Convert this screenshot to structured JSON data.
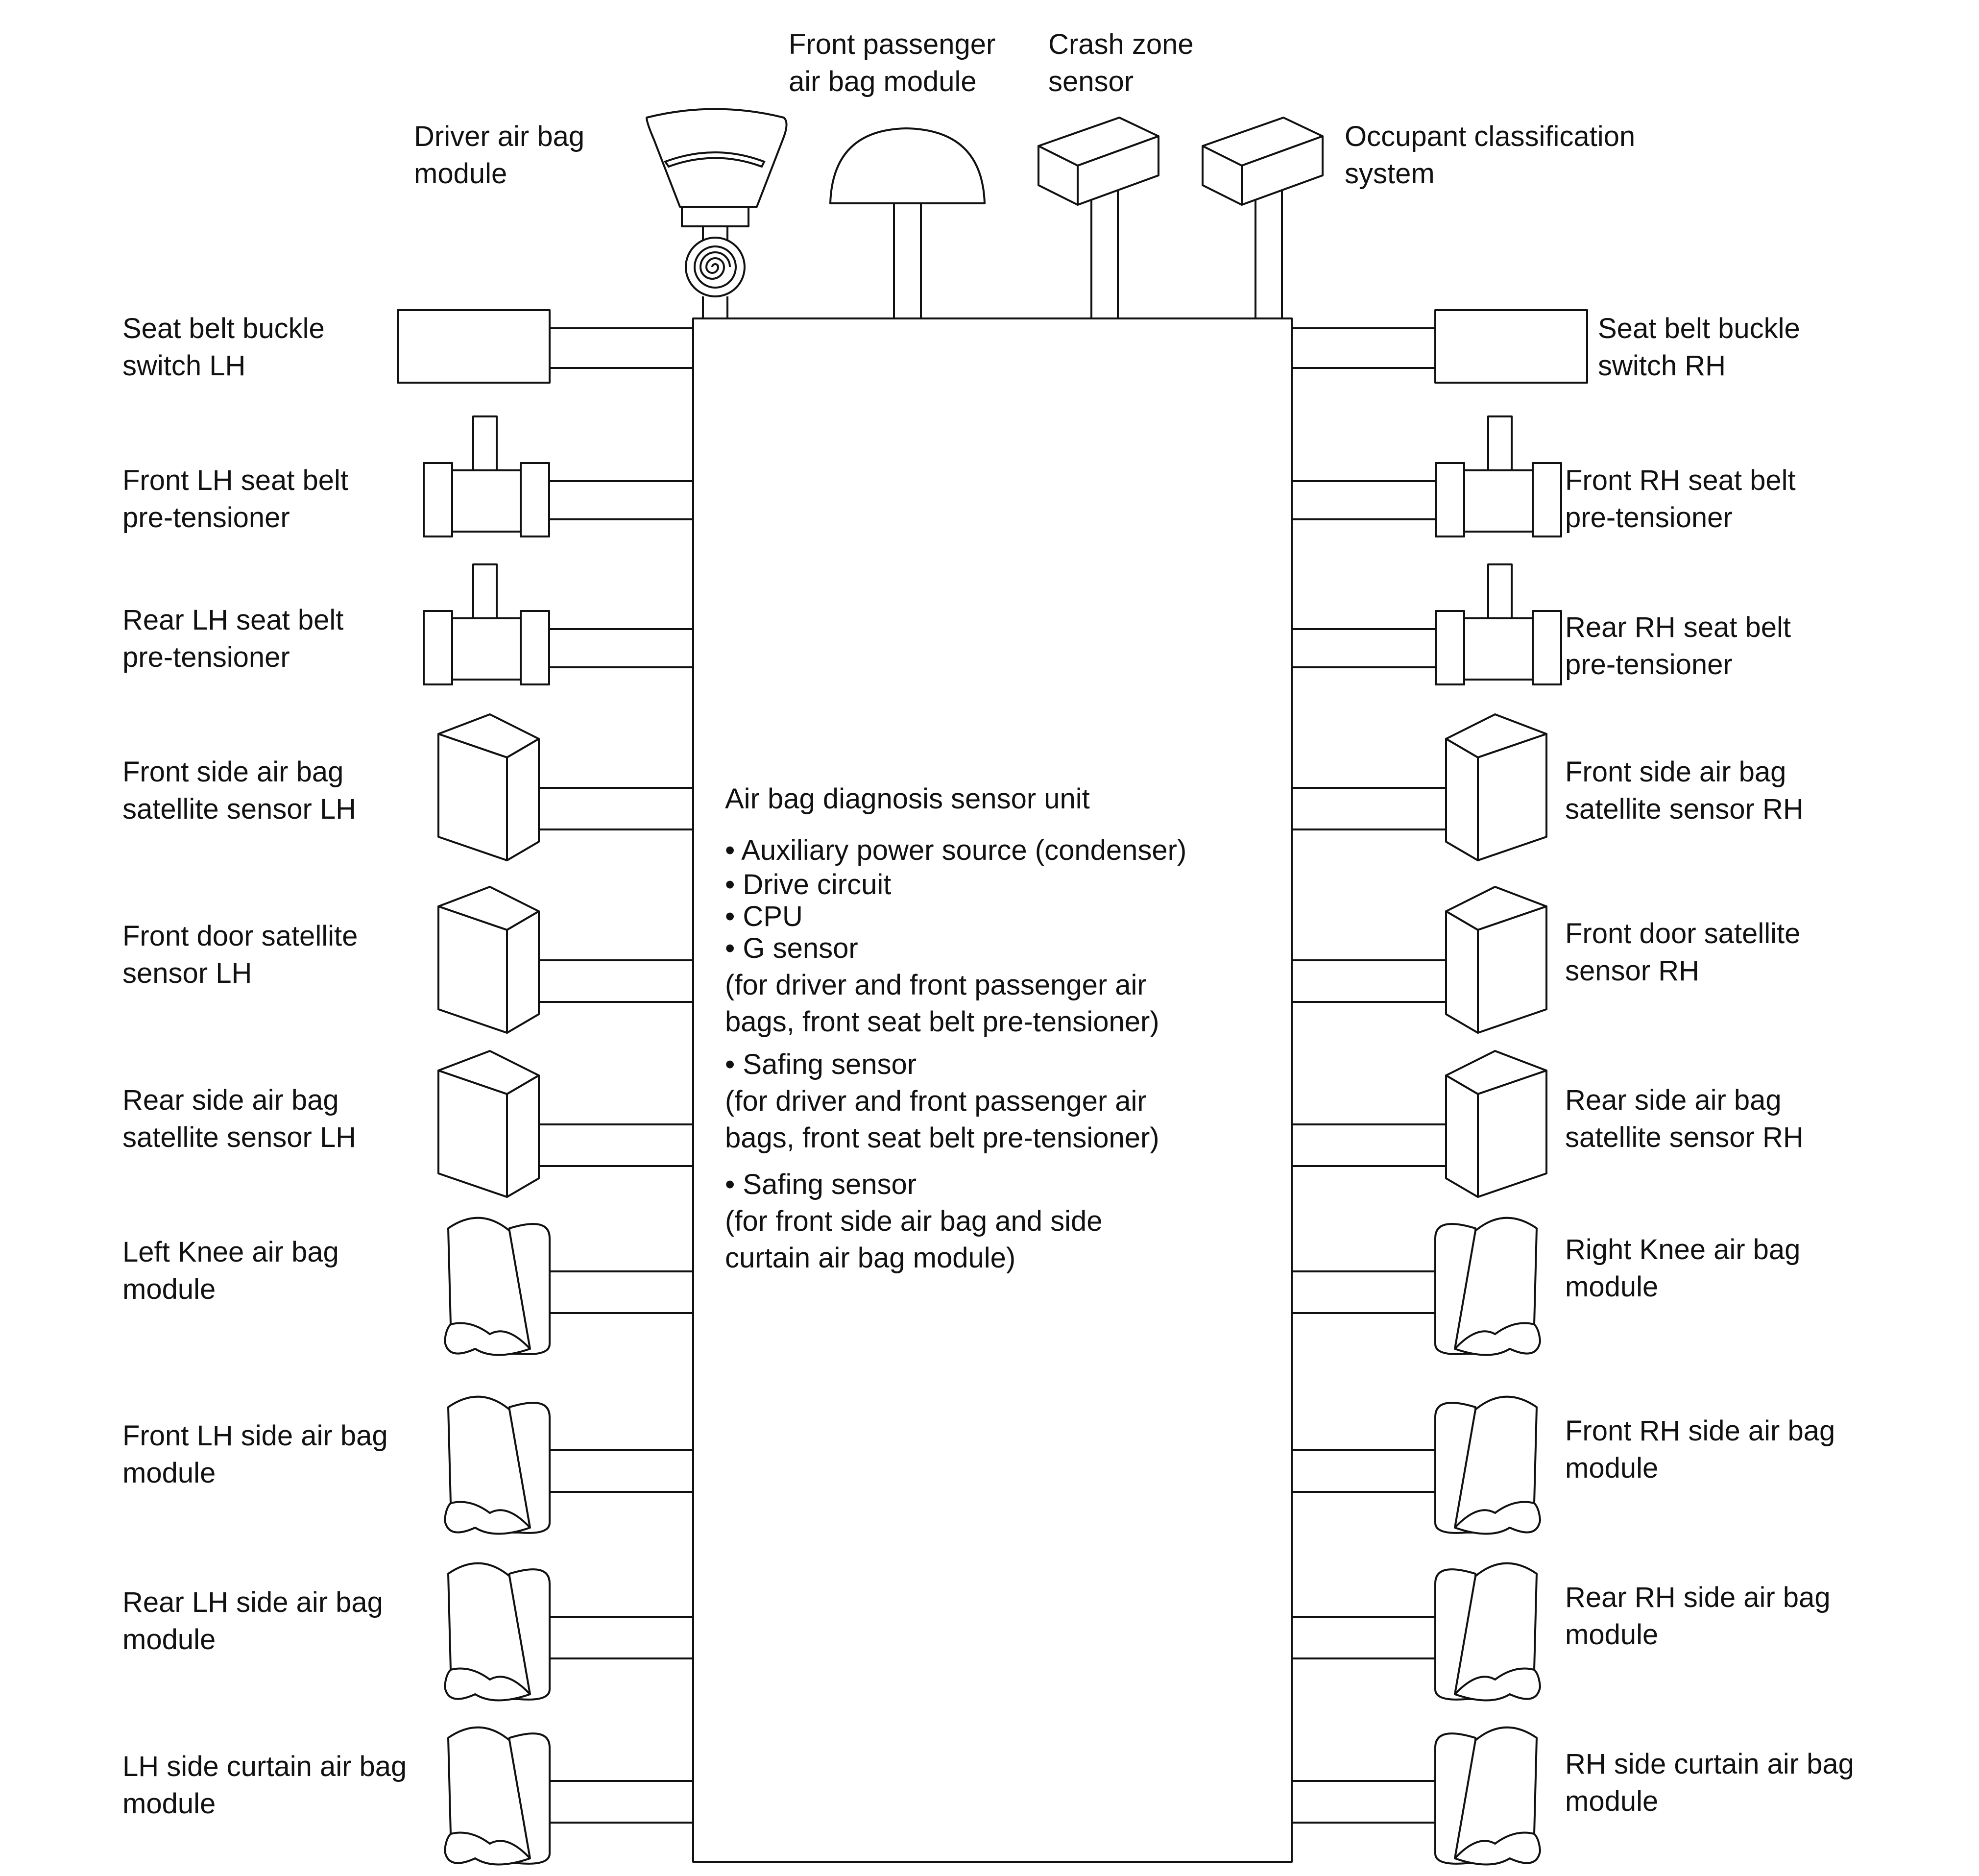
{
  "top_labels": {
    "driver_airbag": [
      "Driver air bag",
      "module"
    ],
    "front_passenger_airbag": [
      "Front passenger",
      "air bag module"
    ],
    "crash_zone_sensor": [
      "Crash zone",
      "sensor"
    ],
    "occupant_classification": [
      "Occupant classification",
      "system"
    ]
  },
  "left_labels": [
    [
      "Seat belt buckle",
      "switch LH"
    ],
    [
      "Front LH seat belt",
      "pre-tensioner"
    ],
    [
      "Rear LH seat belt",
      "pre-tensioner"
    ],
    [
      "Front side air bag",
      "satellite sensor LH"
    ],
    [
      "Front door satellite",
      "sensor LH"
    ],
    [
      "Rear side air bag",
      "satellite sensor LH"
    ],
    [
      "Left Knee air bag",
      "module"
    ],
    [
      "Front LH side air bag",
      "module"
    ],
    [
      "Rear LH side air bag",
      "module"
    ],
    [
      "LH side curtain air bag",
      "module"
    ]
  ],
  "right_labels": [
    [
      "Seat belt buckle",
      "switch RH"
    ],
    [
      "Front RH seat belt",
      "pre-tensioner"
    ],
    [
      "Rear RH seat belt",
      "pre-tensioner"
    ],
    [
      "Front side air bag",
      "satellite sensor RH"
    ],
    [
      "Front door satellite",
      "sensor RH"
    ],
    [
      "Rear side air bag",
      "satellite sensor RH"
    ],
    [
      "Right Knee air bag",
      "module"
    ],
    [
      "Front RH side air bag",
      "module"
    ],
    [
      "Rear RH side air bag",
      "module"
    ],
    [
      "RH side curtain air bag",
      "module"
    ]
  ],
  "central_unit": {
    "title": "Air bag diagnosis sensor unit",
    "items": [
      "• Auxiliary power source (condenser)",
      "• Drive circuit",
      "• CPU",
      "• G sensor",
      "(for driver and front passenger air",
      "bags, front seat belt pre-tensioner)",
      "• Safing sensor",
      "(for driver and front passenger air",
      "bags, front seat belt pre-tensioner)",
      "• Safing sensor",
      "(for front side air bag and side",
      "curtain air bag module)"
    ]
  }
}
